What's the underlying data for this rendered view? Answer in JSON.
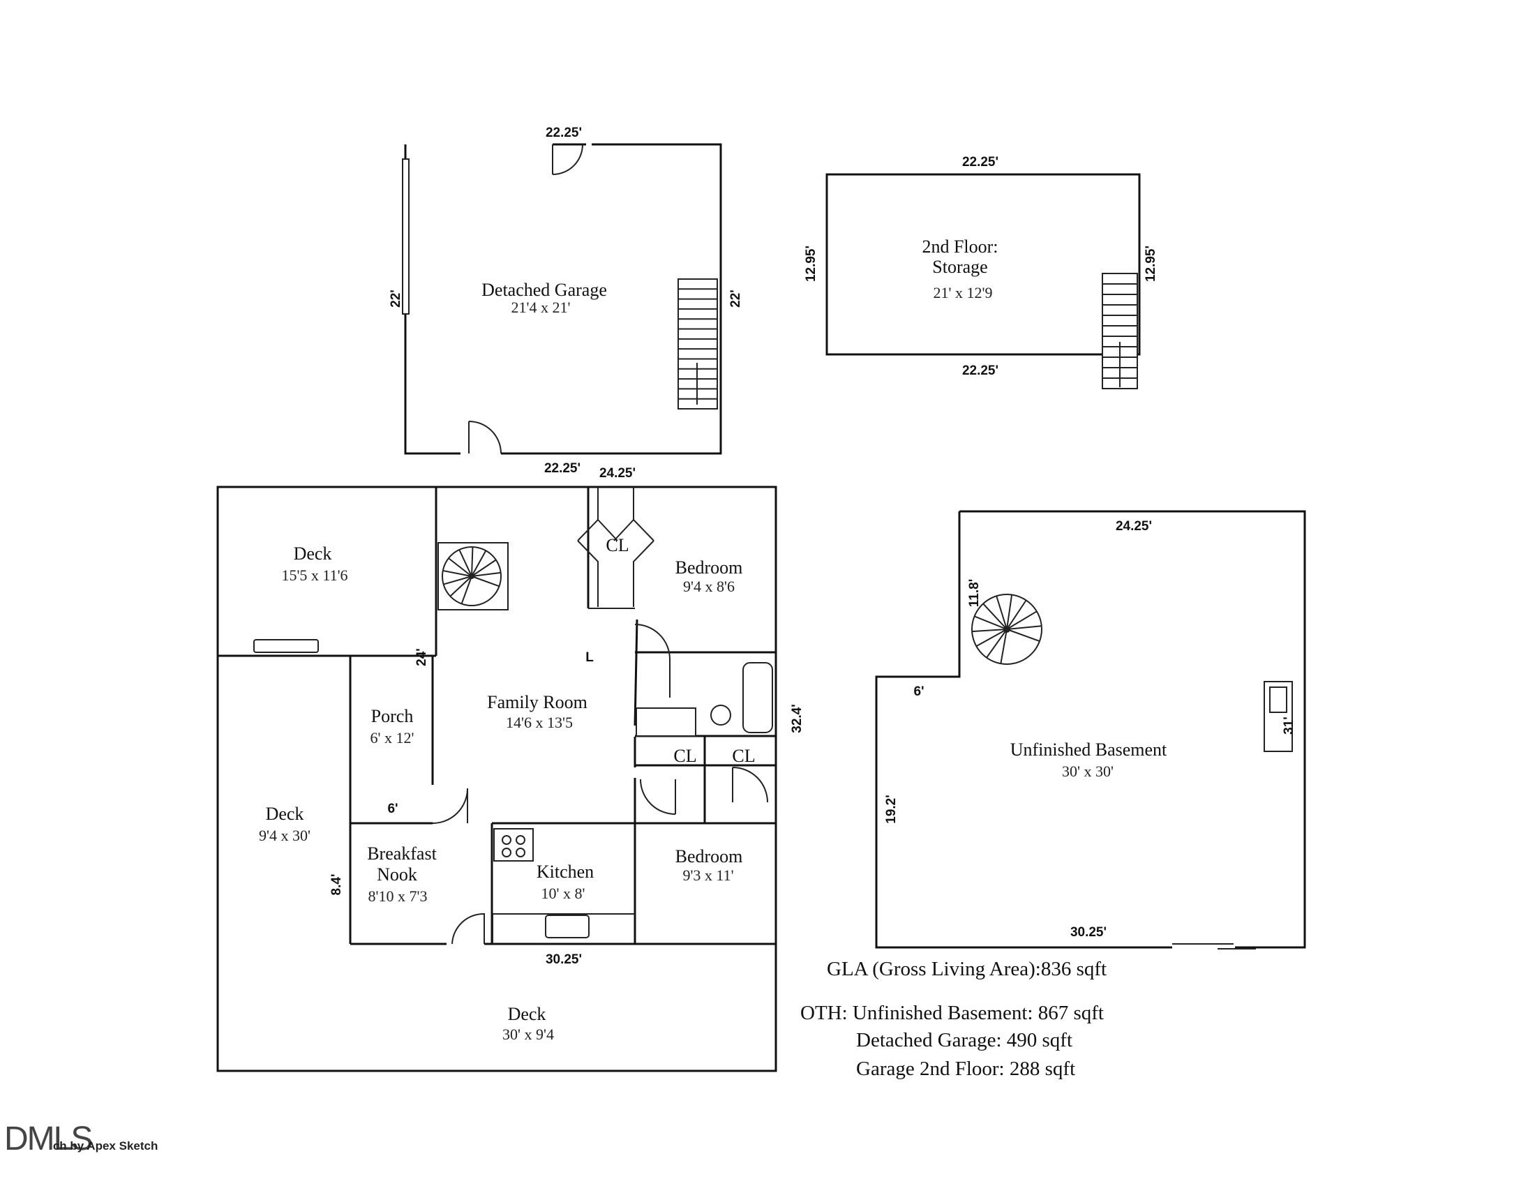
{
  "rooms": {
    "detached_garage": {
      "name": "Detached Garage",
      "size": "21'4 x 21'"
    },
    "storage": {
      "name_line1": "2nd Floor:",
      "name_line2": "Storage",
      "size": "21' x 12'9"
    },
    "deck_nw": {
      "name": "Deck",
      "size": "15'5 x 11'6"
    },
    "bedroom_n": {
      "name": "Bedroom",
      "size": "9'4 x 8'6"
    },
    "closet": "CL",
    "porch": {
      "name": "Porch",
      "size": "6' x 12'"
    },
    "family_room": {
      "name": "Family Room",
      "size": "14'6 x 13'5"
    },
    "deck_w": {
      "name": "Deck",
      "size": "9'4 x 30'"
    },
    "breakfast_nook": {
      "name_line1": "Breakfast",
      "name_line2": "Nook",
      "size": "8'10 x 7'3"
    },
    "kitchen": {
      "name": "Kitchen",
      "size": "10' x 8'"
    },
    "bedroom_s": {
      "name": "Bedroom",
      "size": "9'3 x 11'"
    },
    "deck_s": {
      "name": "Deck",
      "size": "30' x 9'4"
    },
    "basement": {
      "name": "Unfinished Basement",
      "size": "30' x 30'"
    }
  },
  "dimensions": {
    "garage_top": "22.25'",
    "garage_left": "22'",
    "garage_right": "22'",
    "garage_bottom": "22.25'",
    "storage_top": "22.25'",
    "storage_left": "12.95'",
    "storage_right": "12.95'",
    "storage_bottom": "22.25'",
    "house_top": "24.25'",
    "house_right": "32.4'",
    "house_bottom": "30.25'",
    "porch_side": "24'",
    "porch_bottom": "6'",
    "nook_side": "8.4'",
    "l_mark": "L",
    "basement_top": "24.25'",
    "basement_stair": "11.8'",
    "basement_step": "6'",
    "basement_left": "19.2'",
    "basement_bottom": "30.25'",
    "basement_right": "31'"
  },
  "summary": {
    "gla": "GLA (Gross Living Area):836 sqft",
    "oth_prefix": "OTH:",
    "basement_label": "Unfinished Basement:",
    "basement_value": "867 sqft",
    "garage_label": "Detached Garage:",
    "garage_value": "490 sqft",
    "garage2_label": "Garage 2nd Floor:",
    "garage2_value": "288 sqft"
  },
  "footer": {
    "mark": "DMLS",
    "credit": "ch by Apex Sketch"
  }
}
